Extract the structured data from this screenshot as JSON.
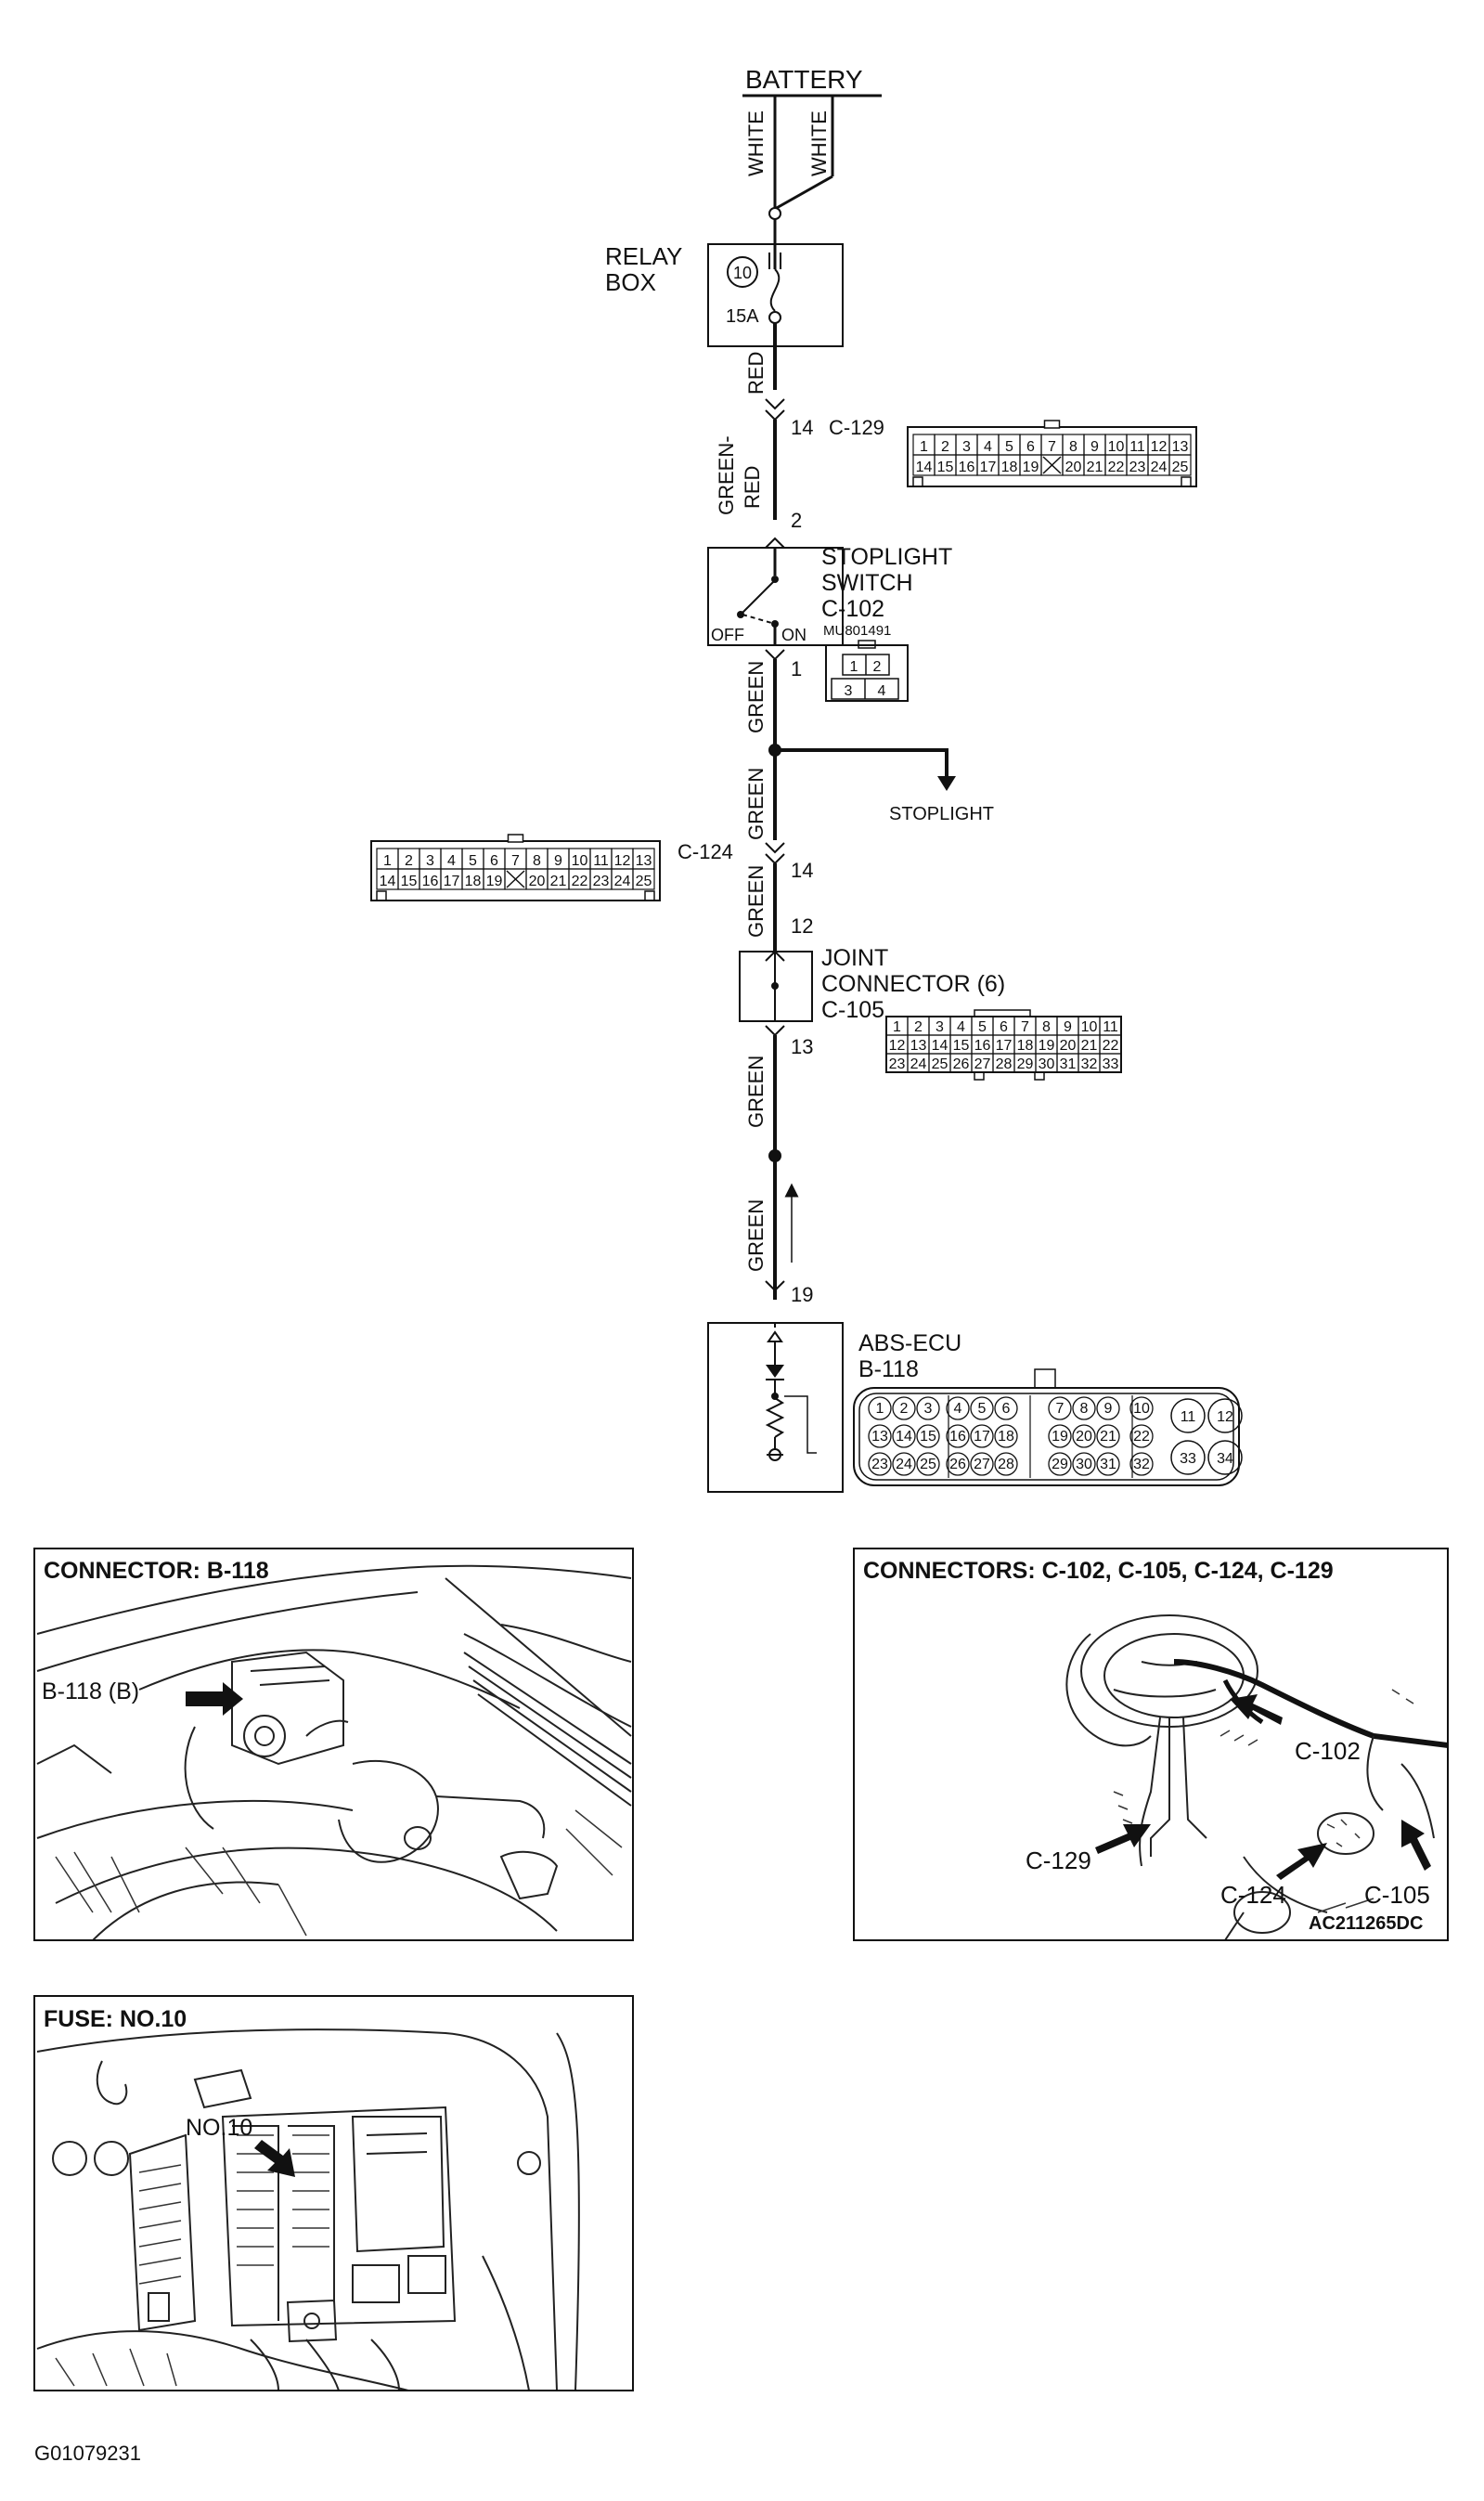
{
  "battery": {
    "label": "BATTERY",
    "wire1": "WHITE",
    "wire2": "WHITE"
  },
  "relay_box": {
    "label_line1": "RELAY",
    "label_line2": "BOX",
    "fuse_no": "10",
    "fuse_rating": "15A"
  },
  "wires": {
    "red": "RED",
    "green_red_1": "GREEN-",
    "green_red_2": "RED",
    "green": "GREEN"
  },
  "c129": {
    "label": "C-129",
    "pin": "14",
    "row1": [
      "1",
      "2",
      "3",
      "4",
      "5",
      "6",
      "7",
      "8",
      "9",
      "10",
      "11",
      "12",
      "13"
    ],
    "row2": [
      "14",
      "15",
      "16",
      "17",
      "18",
      "19",
      "",
      "20",
      "21",
      "22",
      "23",
      "24",
      "25"
    ]
  },
  "stoplight_switch": {
    "line1": "STOPLIGHT",
    "line2": "SWITCH",
    "connector": "C-102",
    "part_no": "MU801491",
    "off": "OFF",
    "on": "ON",
    "pin_in": "2",
    "pin_out": "1",
    "pins": [
      "1",
      "2",
      "3",
      "4"
    ]
  },
  "stoplight": {
    "label": "STOPLIGHT"
  },
  "c124": {
    "label": "C-124",
    "pin": "14",
    "row1": [
      "1",
      "2",
      "3",
      "4",
      "5",
      "6",
      "7",
      "8",
      "9",
      "10",
      "11",
      "12",
      "13"
    ],
    "row2": [
      "14",
      "15",
      "16",
      "17",
      "18",
      "19",
      "",
      "20",
      "21",
      "22",
      "23",
      "24",
      "25"
    ]
  },
  "joint_connector": {
    "line1": "JOINT",
    "line2": "CONNECTOR (6)",
    "connector": "C-105",
    "pin_in": "12",
    "pin_out": "13",
    "row1": [
      "1",
      "2",
      "3",
      "4",
      "5",
      "6",
      "7",
      "8",
      "9",
      "10",
      "11"
    ],
    "row2": [
      "12",
      "13",
      "14",
      "15",
      "16",
      "17",
      "18",
      "19",
      "20",
      "21",
      "22"
    ],
    "row3": [
      "23",
      "24",
      "25",
      "26",
      "27",
      "28",
      "29",
      "30",
      "31",
      "32",
      "33"
    ]
  },
  "abs_ecu": {
    "line1": "ABS-ECU",
    "connector": "B-118",
    "pin": "19",
    "row1": [
      "1",
      "2",
      "3",
      "4",
      "5",
      "6",
      "7",
      "8",
      "9",
      "10"
    ],
    "row2": [
      "13",
      "14",
      "15",
      "16",
      "17",
      "18",
      "19",
      "20",
      "21",
      "22"
    ],
    "row3": [
      "23",
      "24",
      "25",
      "26",
      "27",
      "28",
      "29",
      "30",
      "31",
      "32"
    ],
    "big": [
      "11",
      "12",
      "33",
      "34"
    ]
  },
  "panels": {
    "b118": {
      "title": "CONNECTOR: B-118",
      "callout": "B-118 (B)"
    },
    "connectors": {
      "title": "CONNECTORS: C-102, C-105, C-124, C-129",
      "c102": "C-102",
      "c129": "C-129",
      "c124": "C-124",
      "c105": "C-105",
      "ref": "AC211265DC"
    },
    "fuse": {
      "title": "FUSE: NO.10",
      "callout": "NO.10"
    }
  },
  "figure_id": "G01079231"
}
